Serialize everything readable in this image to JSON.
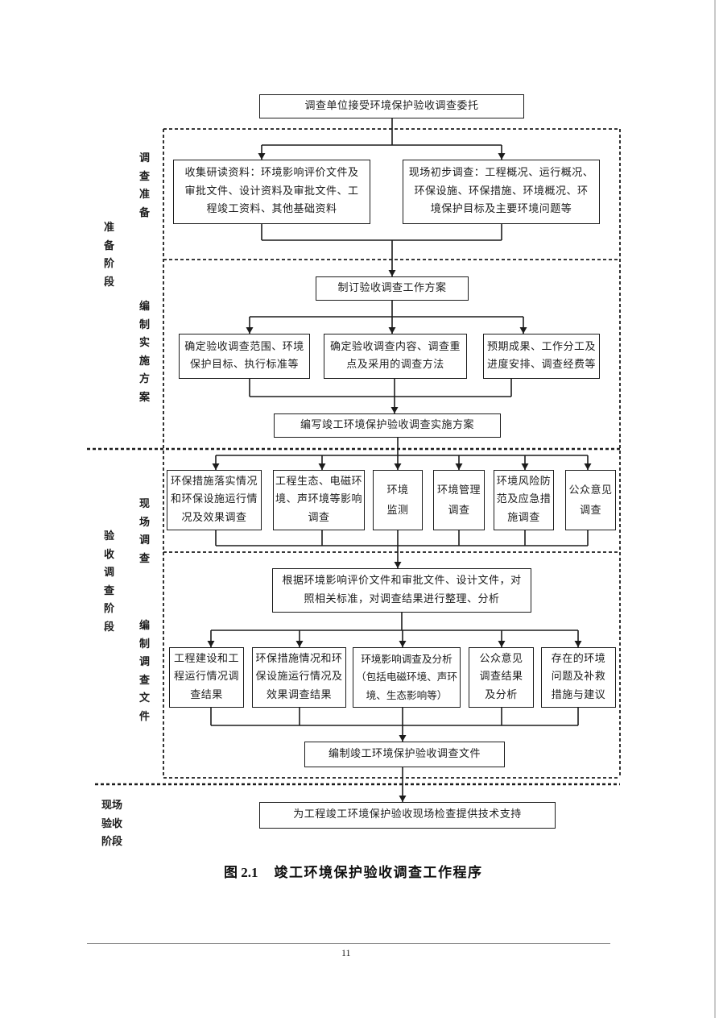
{
  "start_box": "调查单位接受环境保护验收调查委托",
  "stage_labels": {
    "preparation_stage": "准备阶段",
    "acceptance_survey_stage": "验收调查阶段",
    "site_acceptance_stage": "现场验收阶段"
  },
  "phase_labels": {
    "survey_preparation": "调查准备",
    "compile_plan": "编制实施方案",
    "site_survey": "现场调查",
    "compile_document": "编制调查文件"
  },
  "preparation": {
    "collect_materials": [
      "收集研读资料：环境影响评价文件及",
      "审批文件、设计资料及审批文件、工",
      "程竣工资料、其他基础资料"
    ],
    "initial_site_survey": [
      "现场初步调查：工程概况、运行概况、",
      "环保设施、环保措施、环境概况、环",
      "境保护目标及主要环境问题等"
    ]
  },
  "plan": {
    "formulate": "制订验收调查工作方案",
    "items": [
      [
        "确定验收调查范围、环境",
        "保护目标、执行标准等"
      ],
      [
        "确定验收调查内容、调查重",
        "点及采用的调查方法"
      ],
      [
        "预期成果、工作分工及",
        "进度安排、调查经费等"
      ]
    ],
    "write": "编写竣工环境保护验收调查实施方案"
  },
  "site_survey": {
    "items": [
      [
        "环保措施落实情况",
        "和环保设施运行情",
        "况及效果调查"
      ],
      [
        "工程生态、电磁环",
        "境、声环境等影响",
        "调查"
      ],
      [
        "环境",
        "监测"
      ],
      [
        "环境管理",
        "调查"
      ],
      [
        "环境风险防",
        "范及应急措",
        "施调查"
      ],
      [
        "公众意见",
        "调查"
      ]
    ]
  },
  "document": {
    "analysis": [
      "根据环境影响评价文件和审批文件、设计文件，对",
      "照相关标准，对调查结果进行整理、分析"
    ],
    "items": [
      [
        "工程建设和工",
        "程运行情况调",
        "查结果"
      ],
      [
        "环保措施情况和环",
        "保设施运行情况及",
        "效果调查结果"
      ],
      [
        "环境影响调查及分析",
        "（包括电磁环境、声环",
        "境、生态影响等）"
      ],
      [
        "公众意见",
        "调查结果",
        "及分析"
      ],
      [
        "存在的环境",
        "问题及补救",
        "措施与建议"
      ]
    ],
    "compile": "编制竣工环境保护验收调查文件"
  },
  "final_box": "为工程竣工环境保护验收现场检查提供技术支持",
  "caption": {
    "number": "图 2.1",
    "title": "竣工环境保护验收调查工作程序"
  },
  "page_number": "11"
}
